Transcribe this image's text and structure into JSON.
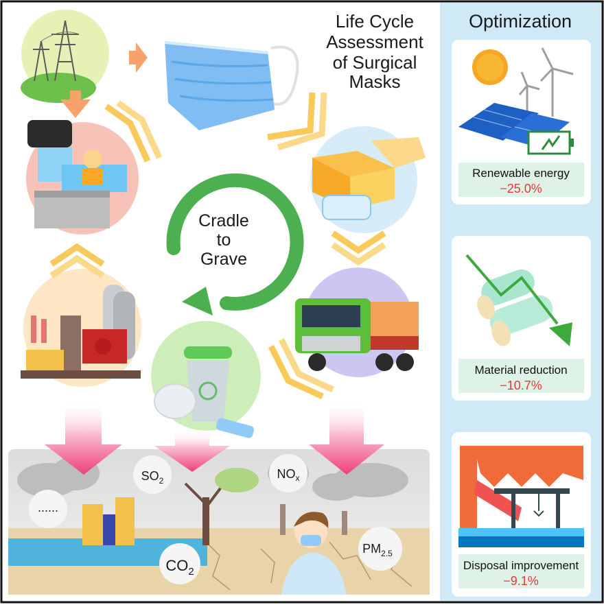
{
  "diagram": {
    "title_lines": [
      "Life Cycle",
      "Assessment",
      "of Surgical",
      "Masks"
    ],
    "cycle_lines": [
      "Cradle",
      "to",
      "Grave"
    ],
    "optimization": {
      "heading": "Optimization",
      "cards": [
        {
          "label": "Renewable energy",
          "value": "−25.0%"
        },
        {
          "label": "Material reduction",
          "value": "−10.7%"
        },
        {
          "label": "Disposal improvement",
          "value": "−9.1%"
        }
      ]
    },
    "pollutants": {
      "so2": {
        "main": "SO",
        "sub": "2"
      },
      "nox": {
        "main": "NO",
        "sub": "x"
      },
      "co2": {
        "main": "CO",
        "sub": "2"
      },
      "pm": {
        "main": "PM",
        "sub": "2.5"
      },
      "other": "......"
    },
    "colors": {
      "arrow_orange": "#f7a26b",
      "chevron_yellow": "#f9c95c",
      "cycle_green": "#4caf50",
      "side_panel": "#cfe9f7",
      "card_label_bg": "#dff2e8",
      "value_red": "#e53935",
      "pink_arrow": "#f06292"
    }
  }
}
